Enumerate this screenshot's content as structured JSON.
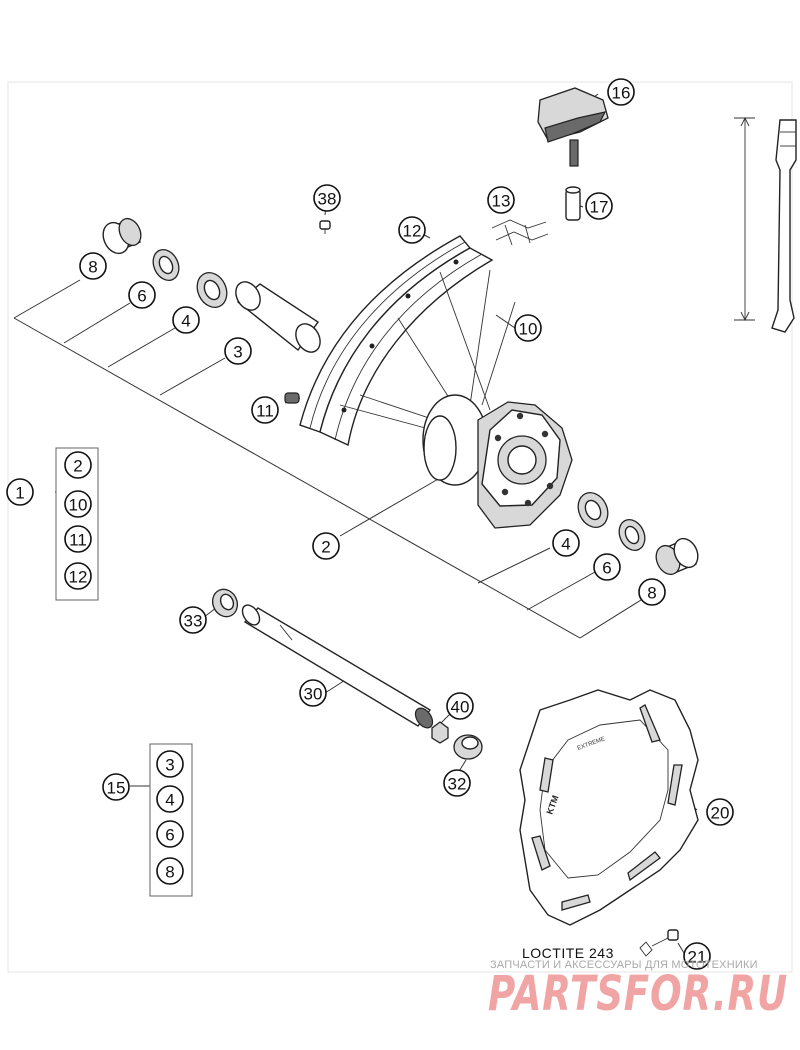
{
  "callouts": {
    "c1": "1",
    "c2a": "2",
    "c2b": "2",
    "c3a": "3",
    "c3b": "3",
    "c4a": "4",
    "c4b": "4",
    "c4c": "4",
    "c6a": "6",
    "c6b": "6",
    "c6c": "6",
    "c8a": "8",
    "c8b": "8",
    "c8c": "8",
    "c10a": "10",
    "c10b": "10",
    "c11a": "11",
    "c11b": "11",
    "c12a": "12",
    "c12b": "12",
    "c13": "13",
    "c15": "15",
    "c16": "16",
    "c17": "17",
    "c20": "20",
    "c21": "21",
    "c30": "30",
    "c32": "32",
    "c33": "33",
    "c38": "38",
    "c40": "40"
  },
  "kits": {
    "kit1_items": [
      "2",
      "10",
      "11",
      "12"
    ],
    "kit15_items": [
      "3",
      "4",
      "6",
      "8"
    ]
  },
  "note": "LOCTITE 243",
  "disc_brand": "KTM",
  "watermark": {
    "subtitle": "ЗАПЧАСТИ И АКСЕССУАРЫ ДЛЯ МОТОТЕХНИКИ",
    "logo": "PARTSFOR.RU"
  }
}
